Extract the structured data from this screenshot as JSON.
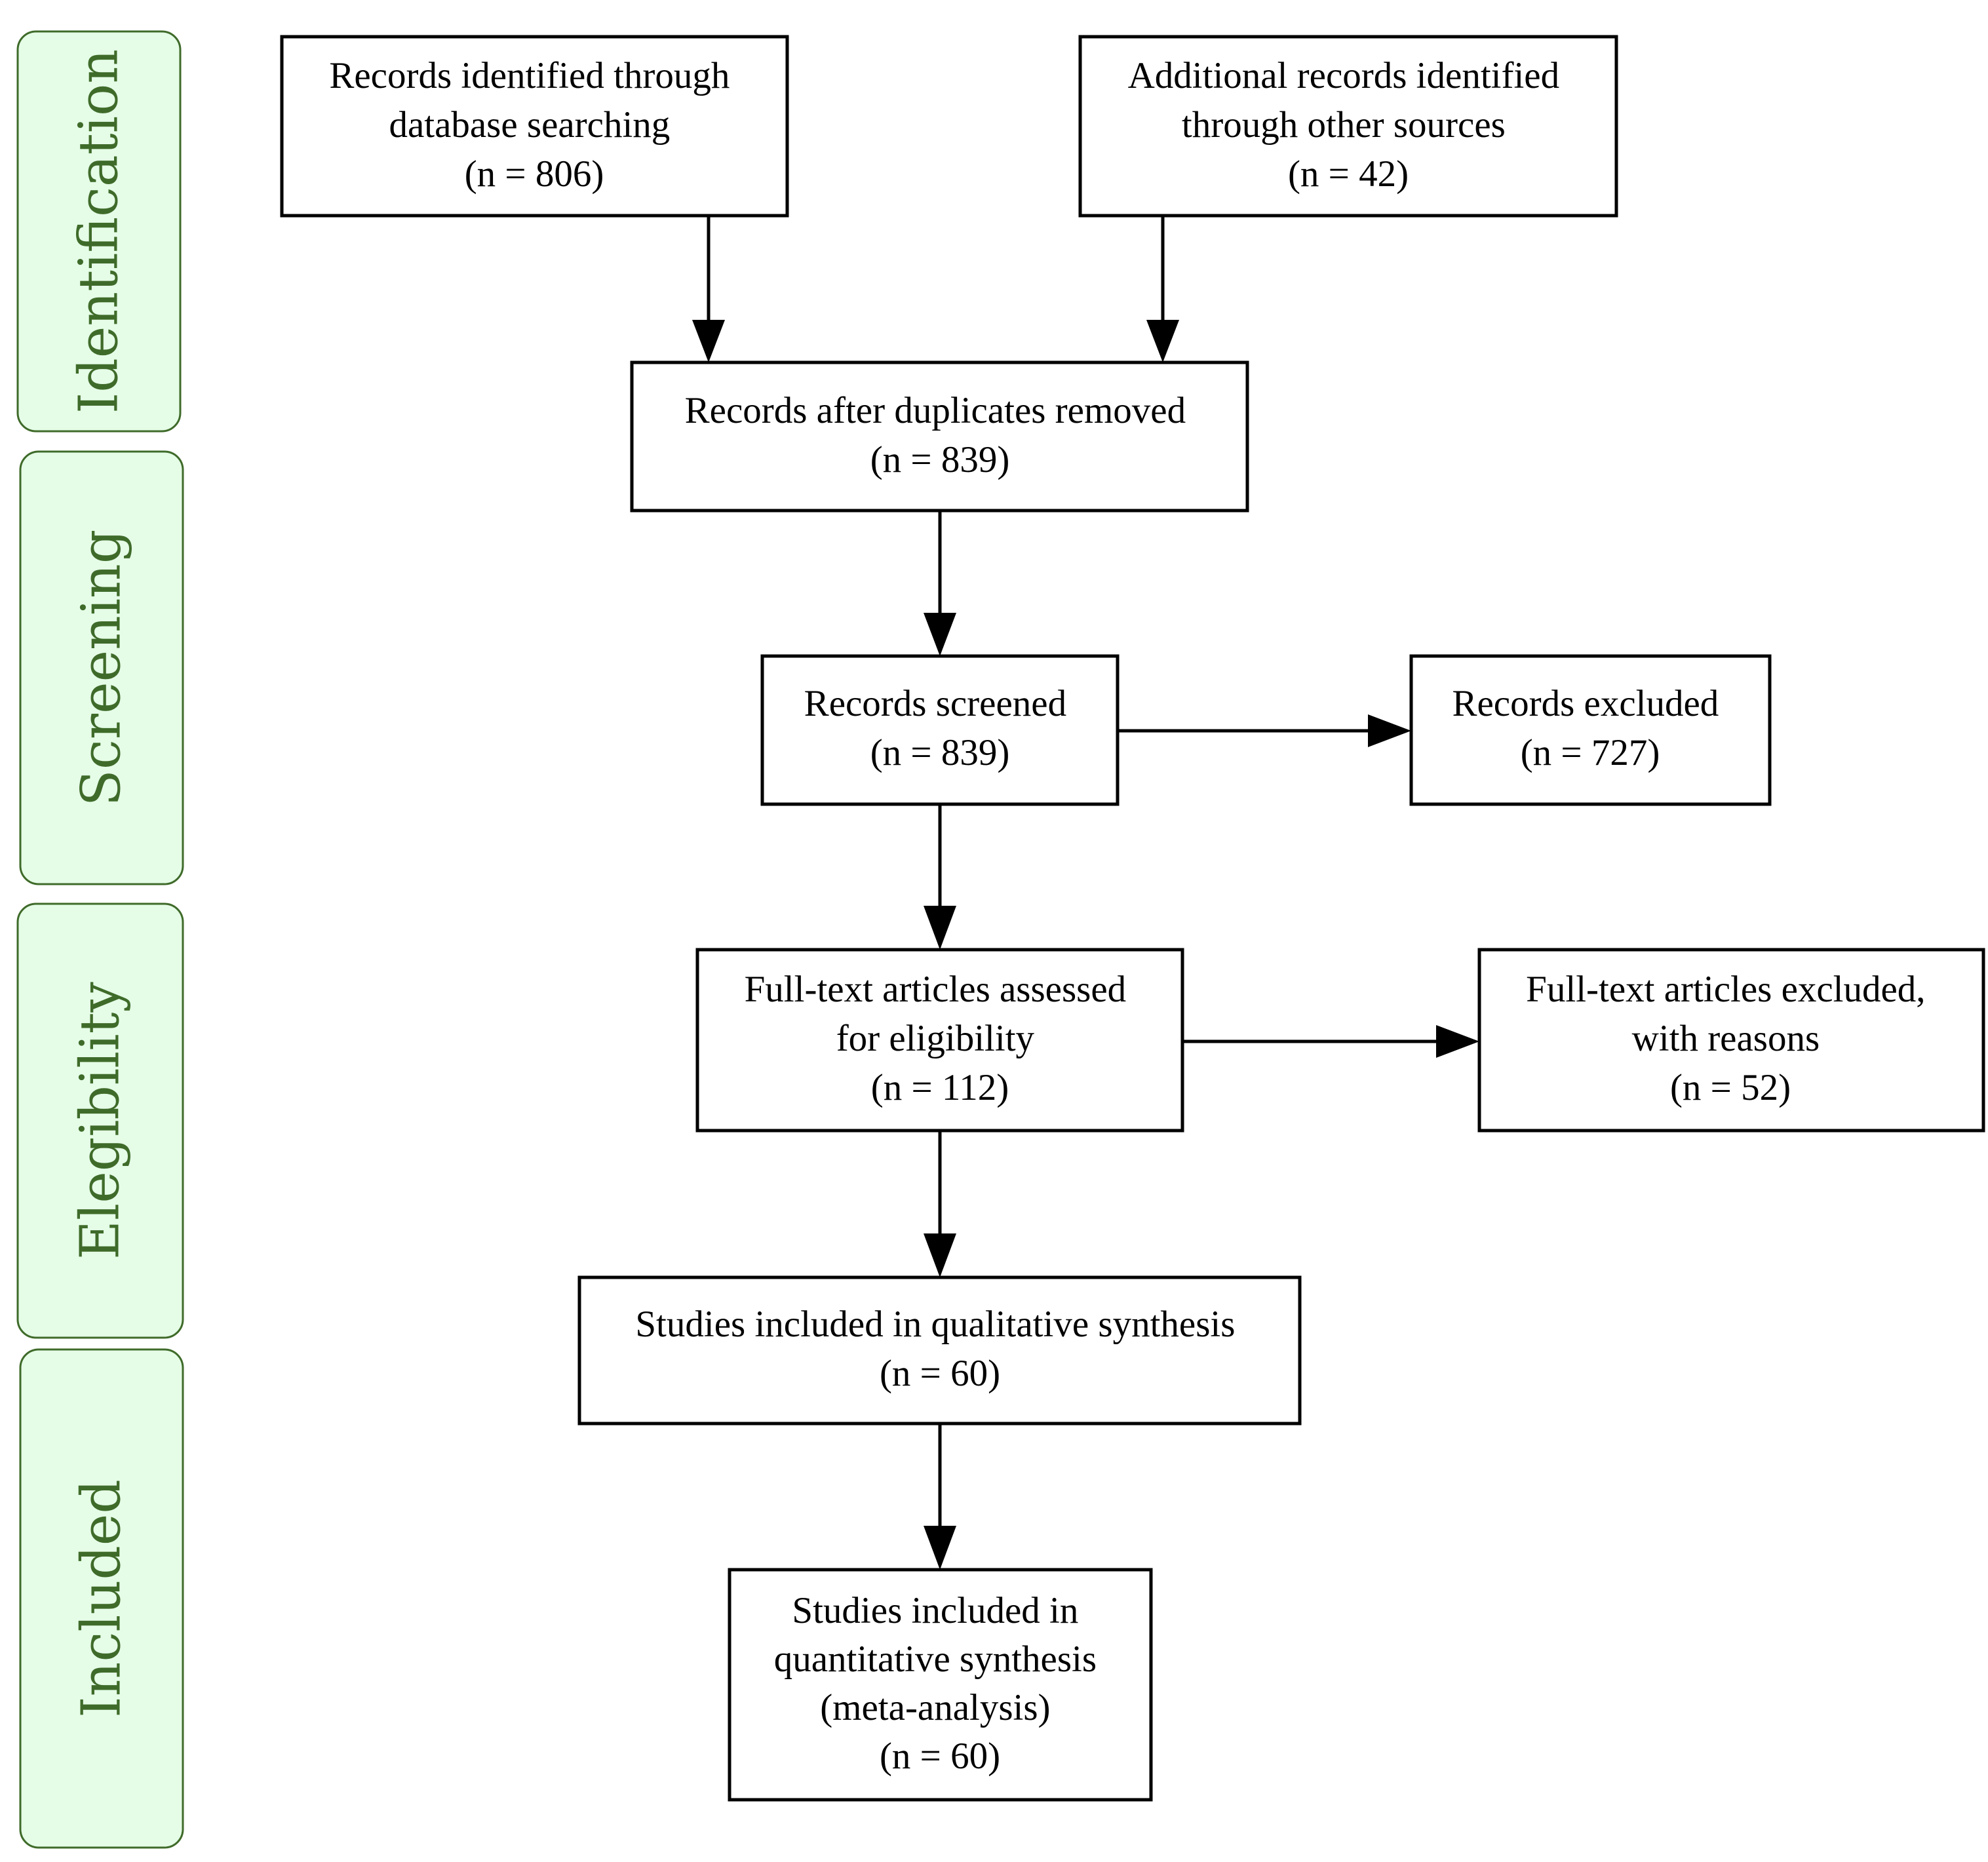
{
  "colors": {
    "stage_fill": "#e5fde7",
    "stage_text": "#3f6b2a",
    "box_border": "#000000",
    "box_fill": "#ffffff"
  },
  "stages": {
    "identification": "Identification",
    "screening": "Screening",
    "eligibility": "Elegibility",
    "included": "Included"
  },
  "boxes": {
    "database_search": {
      "line1": "Records identified through",
      "line2": "database searching",
      "line3": "(n = 806)"
    },
    "other_sources": {
      "line1": "Additional records identified",
      "line2": "through other sources",
      "line3": "(n = 42)"
    },
    "after_duplicates": {
      "line1": "Records after duplicates removed",
      "line2": "(n = 839)"
    },
    "screened": {
      "line1": "Records screened",
      "line2": "(n = 839)"
    },
    "excluded": {
      "line1": "Records excluded",
      "line2": "(n = 727)"
    },
    "fulltext_assessed": {
      "line1": "Full-text articles assessed",
      "line2": "for eligibility",
      "line3": "(n = 112)"
    },
    "fulltext_excluded": {
      "line1": "Full-text articles excluded,",
      "line2": "with reasons",
      "line3": "(n = 52)"
    },
    "qualitative": {
      "line1": "Studies included in qualitative synthesis",
      "line2": "(n = 60)"
    },
    "quantitative": {
      "line1": "Studies included in",
      "line2": "quantitative synthesis",
      "line3": "(meta-analysis)",
      "line4": "(n = 60)"
    }
  }
}
